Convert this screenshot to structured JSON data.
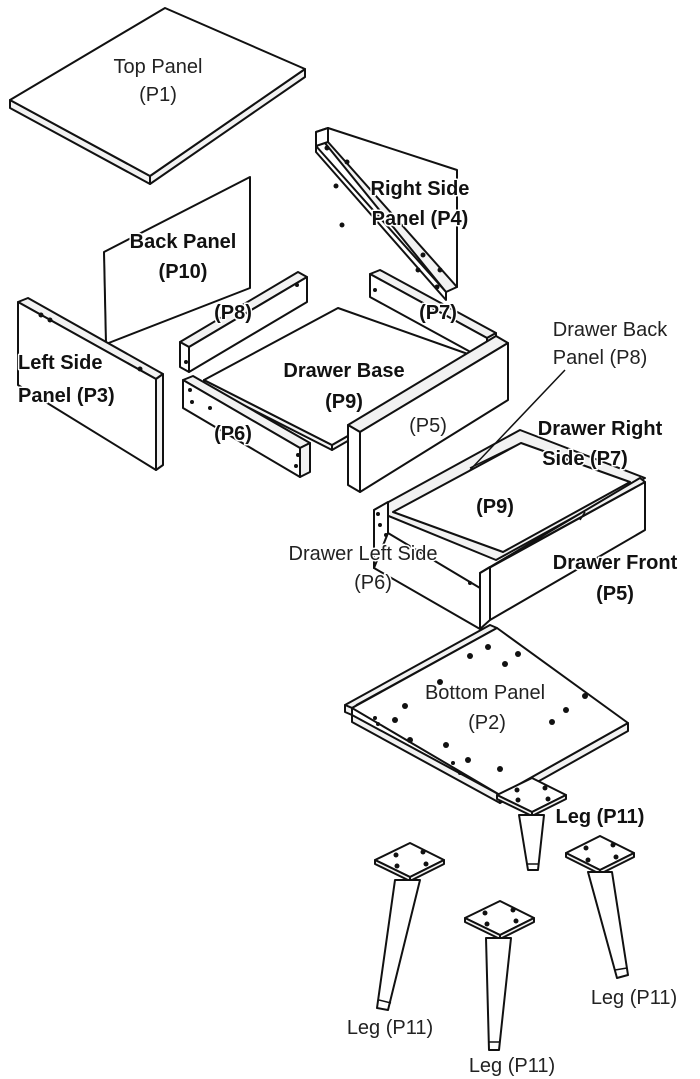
{
  "labels": {
    "top_panel": "Top Panel",
    "top_panel_code": "(P1)",
    "right_side_panel": "Right Side",
    "right_side_panel_line2": "Panel (P4)",
    "back_panel": "Back Panel",
    "back_panel_code": "(P10)",
    "left_side_panel": "Left Side",
    "left_side_panel_line2": "Panel (P3)",
    "rail_p8": "(P8)",
    "rail_p7": "(P7)",
    "rail_p6": "(P6)",
    "rail_p5": "(P5)",
    "drawer_base": "Drawer Base",
    "drawer_base_code": "(P9)",
    "drawer_back_panel": "Drawer Back",
    "drawer_back_panel_line2": "Panel (P8)",
    "drawer_right_side": "Drawer Right",
    "drawer_right_side_line2": "Side (P7)",
    "drawer_p9": "(P9)",
    "drawer_left_side": "Drawer Left Side",
    "drawer_left_side_code": "(P6)",
    "drawer_front": "Drawer Front",
    "drawer_front_code": "(P5)",
    "bottom_panel": "Bottom Panel",
    "bottom_panel_code": "(P2)",
    "leg_1": "Leg (P11)",
    "leg_2": "Leg (P11)",
    "leg_3": "Leg (P11)",
    "leg_4": "Leg (P11)"
  }
}
